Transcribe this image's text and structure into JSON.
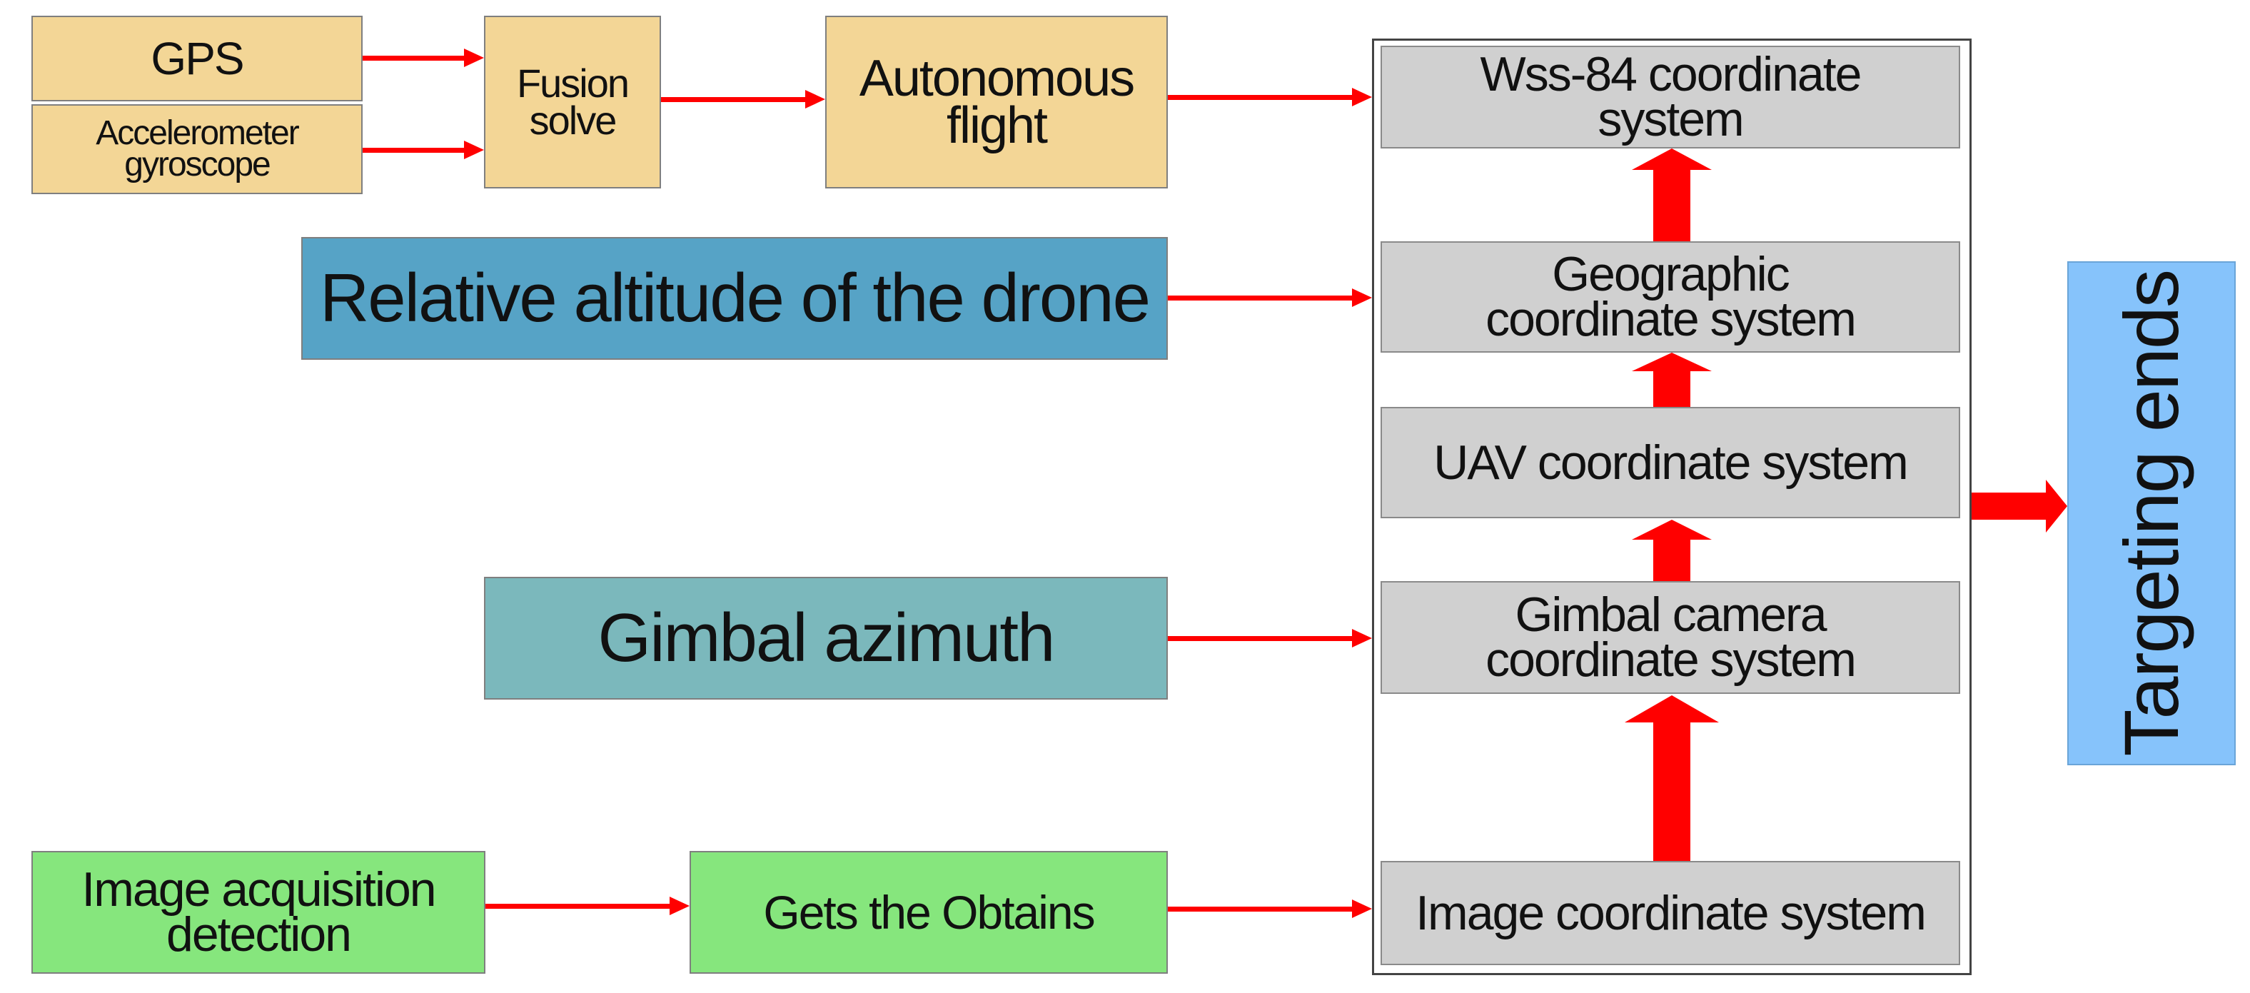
{
  "nodes": {
    "gps": "GPS",
    "accel": "Accelerometer gyroscope",
    "fusion": "Fusion solve",
    "autonomous": "Autonomous flight",
    "altitude": "Relative altitude of the drone",
    "gimbal_azimuth": "Gimbal azimuth",
    "image_acq": "Image acquisition detection",
    "gets": "Gets the Obtains",
    "wgs84": "Wss-84 coordinate system",
    "geographic": "Geographic coordinate system",
    "uav": "UAV coordinate system",
    "gimbal_camera": "Gimbal camera coordinate system",
    "image_coord": "Image coordinate system",
    "targeting": "Targeting ends"
  },
  "colors": {
    "arrow": "#ff0000",
    "yellow": "#f3d696",
    "blue": "#56a3c6",
    "teal": "#7bb8bc",
    "green": "#86e67d",
    "grey": "#d0d0d0",
    "light_blue": "#86c3fb"
  }
}
